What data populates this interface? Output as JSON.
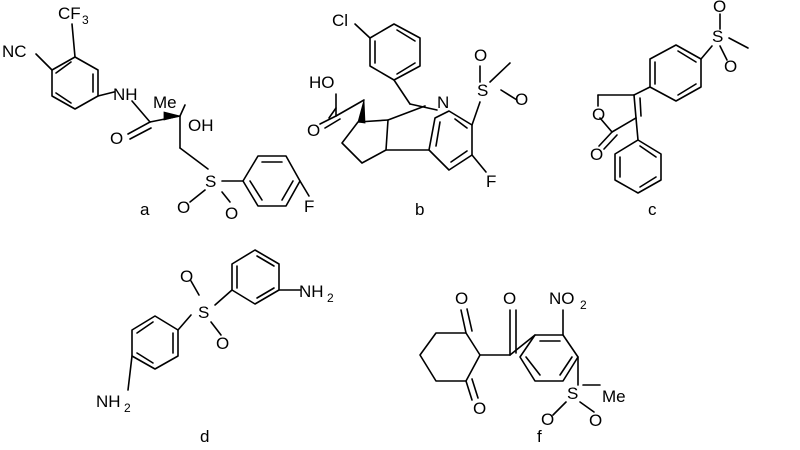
{
  "structures": [
    {
      "caption": "a",
      "atoms": {
        "cyano": "NC",
        "trifluoromethyl": "CF",
        "trifluoromethyl_sub": "3",
        "amide_nh": "NH",
        "methyl": "Me",
        "hydroxyl": "OH",
        "carbonyl_o": "O",
        "sulfur": "S",
        "sulfonyl_o1": "O",
        "sulfonyl_o2": "O",
        "fluorine": "F"
      }
    },
    {
      "caption": "b",
      "atoms": {
        "chlorine": "Cl",
        "acid_oh": "HO",
        "acid_o": "O",
        "nitrogen": "N",
        "sulfur": "S",
        "sulfonyl_o1": "O",
        "sulfonyl_o2": "O",
        "fluorine": "F"
      }
    },
    {
      "caption": "c",
      "atoms": {
        "sulfur": "S",
        "sulfonyl_o1": "O",
        "sulfonyl_o2": "O",
        "ring_o": "O",
        "carbonyl_o": "O"
      }
    },
    {
      "caption": "d",
      "atoms": {
        "amine_top": "NH",
        "amine_top_sub": "2",
        "amine_bottom": "NH",
        "amine_bottom_sub": "2",
        "sulfur": "S",
        "sulfonyl_o1": "O",
        "sulfonyl_o2": "O"
      }
    },
    {
      "caption": "f",
      "atoms": {
        "ketone_o1": "O",
        "ketone_o2": "O",
        "ketone_o3": "O",
        "nitro": "NO",
        "nitro_sub": "2",
        "sulfur": "S",
        "sulfonyl_o1": "O",
        "sulfonyl_o2": "O",
        "methyl": "Me"
      }
    }
  ]
}
